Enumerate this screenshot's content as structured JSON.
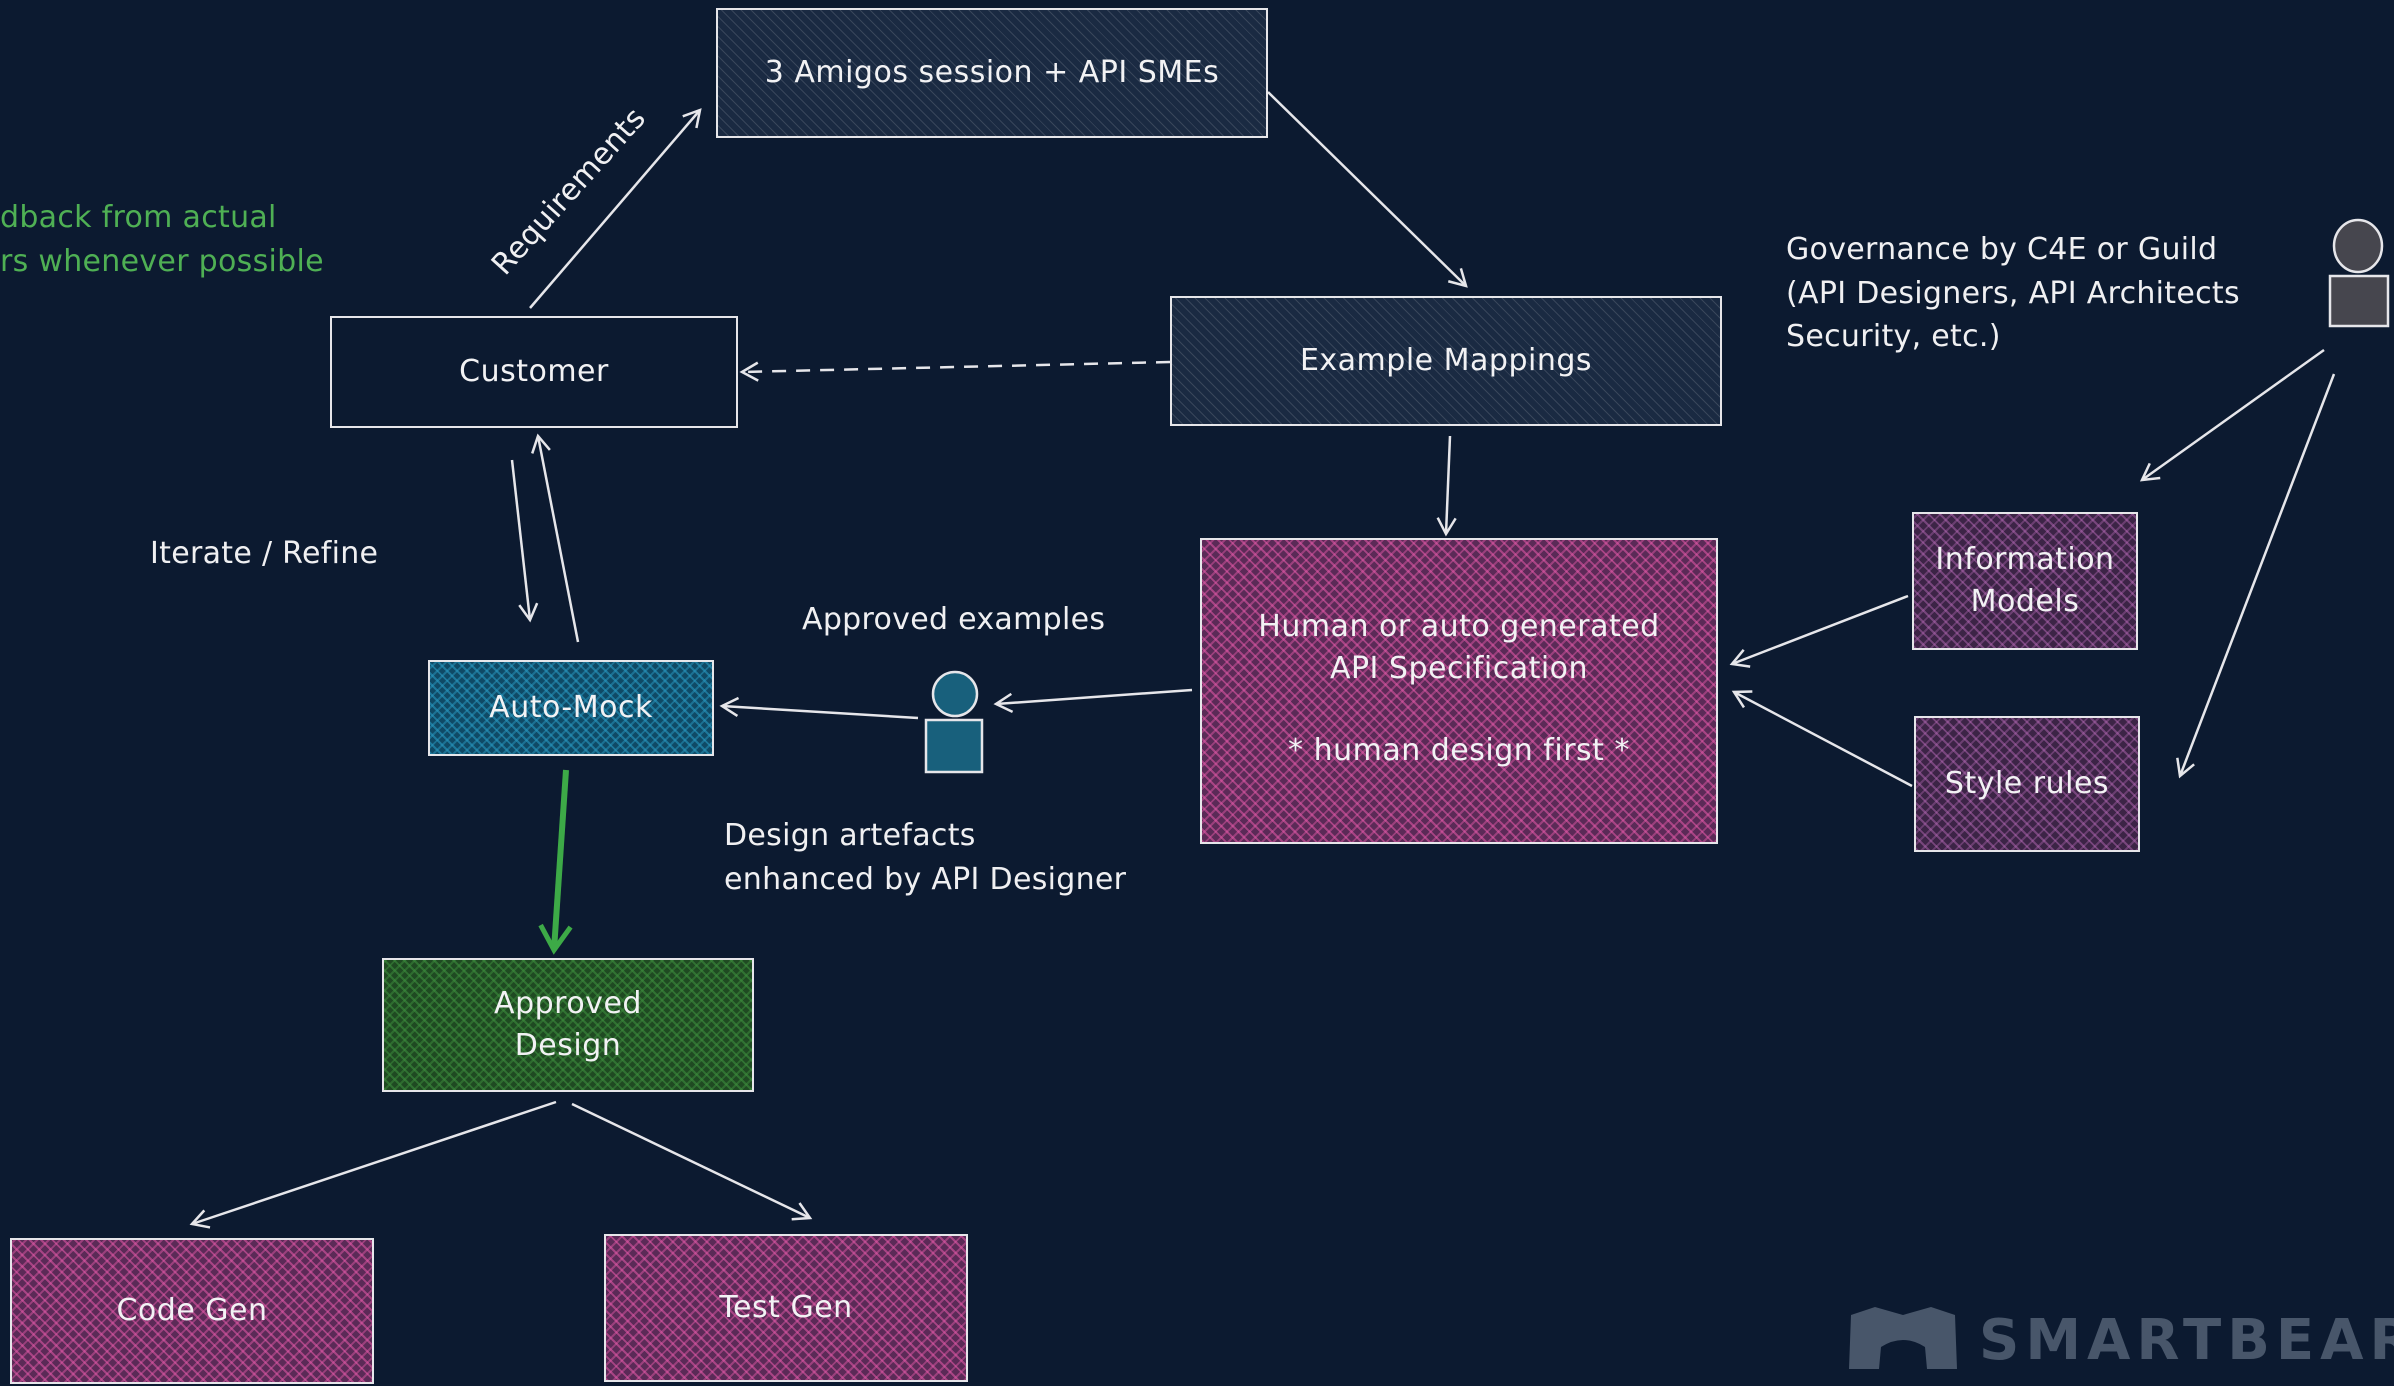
{
  "nodes": {
    "amigos": "3 Amigos session + API SMEs",
    "customer": "Customer",
    "example_mappings": "Example Mappings",
    "api_spec": {
      "line1": "Human or auto generated",
      "line2": "API Specification",
      "line3": "* human design first *"
    },
    "info_models": {
      "line1": "Information",
      "line2": "Models"
    },
    "style_rules": "Style rules",
    "auto_mock": "Auto-Mock",
    "approved_design": {
      "line1": "Approved",
      "line2": "Design"
    },
    "code_gen": "Code Gen",
    "test_gen": "Test Gen"
  },
  "labels": {
    "requirements": "Requirements",
    "iterate": "Iterate / Refine",
    "approved_examples": "Approved examples",
    "design_artefacts": {
      "line1": "Design artefacts",
      "line2": "enhanced by API Designer"
    },
    "governance": {
      "line1": "Governance by C4E or Guild",
      "line2": "(API Designers, API Architects",
      "line3": "Security, etc.)"
    },
    "feedback": {
      "line1": "dback from actual",
      "line2": "rs whenever possible"
    }
  },
  "brand": {
    "name": "SMARTBEAR"
  },
  "colors": {
    "background": "#0c1a30",
    "stroke": "#e6e6ea",
    "green_arrow": "#3daa47",
    "note_green": "#4fb054",
    "brand_gray": "#48566a"
  },
  "icons": [
    "person-icon",
    "governance-person-icon",
    "smartbear-logo-icon"
  ]
}
